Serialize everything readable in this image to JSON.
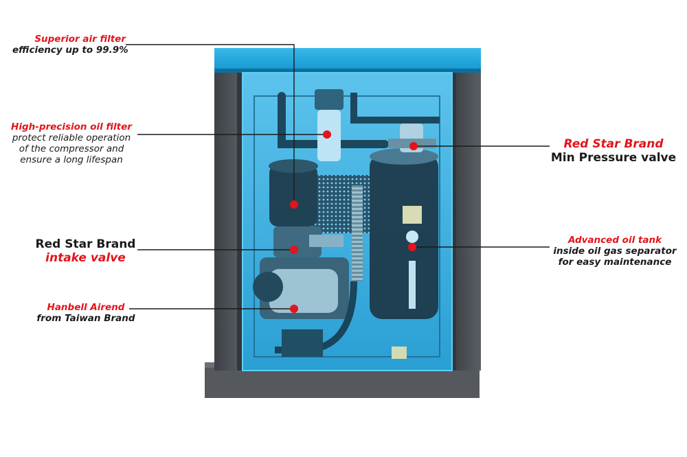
{
  "colors": {
    "accent_red": "#e3141b",
    "cabinet_gray": "#4b4f54",
    "blue_tint": "#22a9e0",
    "top_lid": "#1aa3dc"
  },
  "callouts": {
    "air_filter": {
      "title": "Superior air filter",
      "desc": [
        "efficiency up to 99.9%"
      ]
    },
    "oil_filter": {
      "title": "High-precision oil filter",
      "desc": [
        "protect reliable operation",
        "of the compressor and",
        "ensure a long lifespan"
      ]
    },
    "intake_valve": {
      "title_black": "Red Star Brand",
      "title_red": "intake valve"
    },
    "airend": {
      "title": "Hanbell Airend",
      "desc": [
        "from Taiwan Brand"
      ]
    },
    "min_pressure": {
      "title": "Red Star Brand",
      "desc": [
        "Min Pressure valve"
      ]
    },
    "oil_tank": {
      "title": "Advanced oil tank",
      "desc": [
        "inside oil gas separator",
        "for easy maintenance"
      ]
    }
  }
}
